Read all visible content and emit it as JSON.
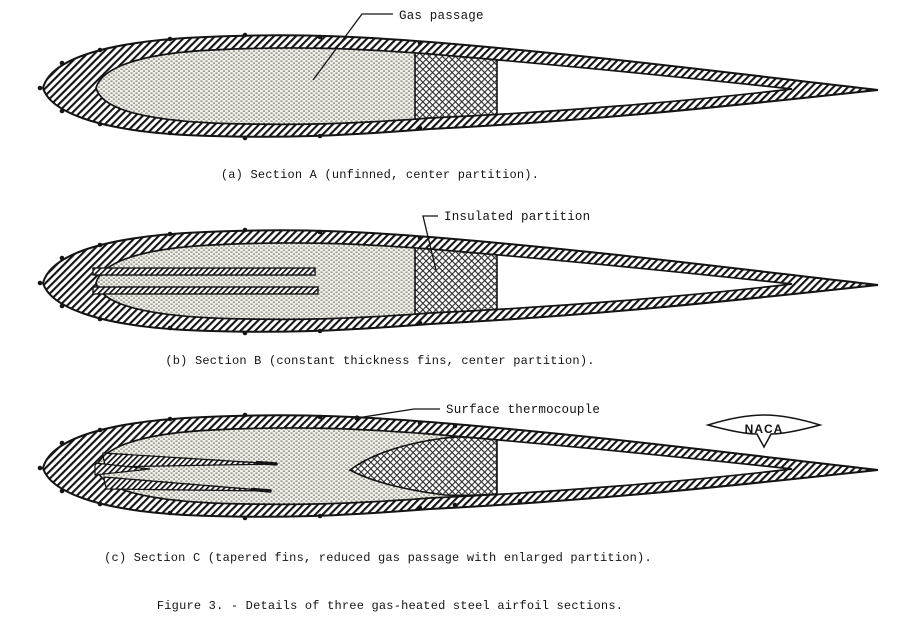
{
  "figure": {
    "labels": {
      "gas_passage": "Gas passage",
      "insulated_partition": "Insulated partition",
      "surface_thermocouple": "Surface thermocouple"
    },
    "captions": {
      "a": "(a) Section A (unfinned, center partition).",
      "b": "(b) Section B (constant thickness fins, center partition).",
      "c": "(c) Section C (tapered fins, reduced gas passage with enlarged partition)."
    },
    "figure_caption": "Figure 3. - Details of three gas-heated steel airfoil sections.",
    "logo": {
      "text": "NACA"
    },
    "colors": {
      "ink": "#141414",
      "paper": "#ffffff",
      "stipple_bg": "#f1f0e9"
    }
  }
}
